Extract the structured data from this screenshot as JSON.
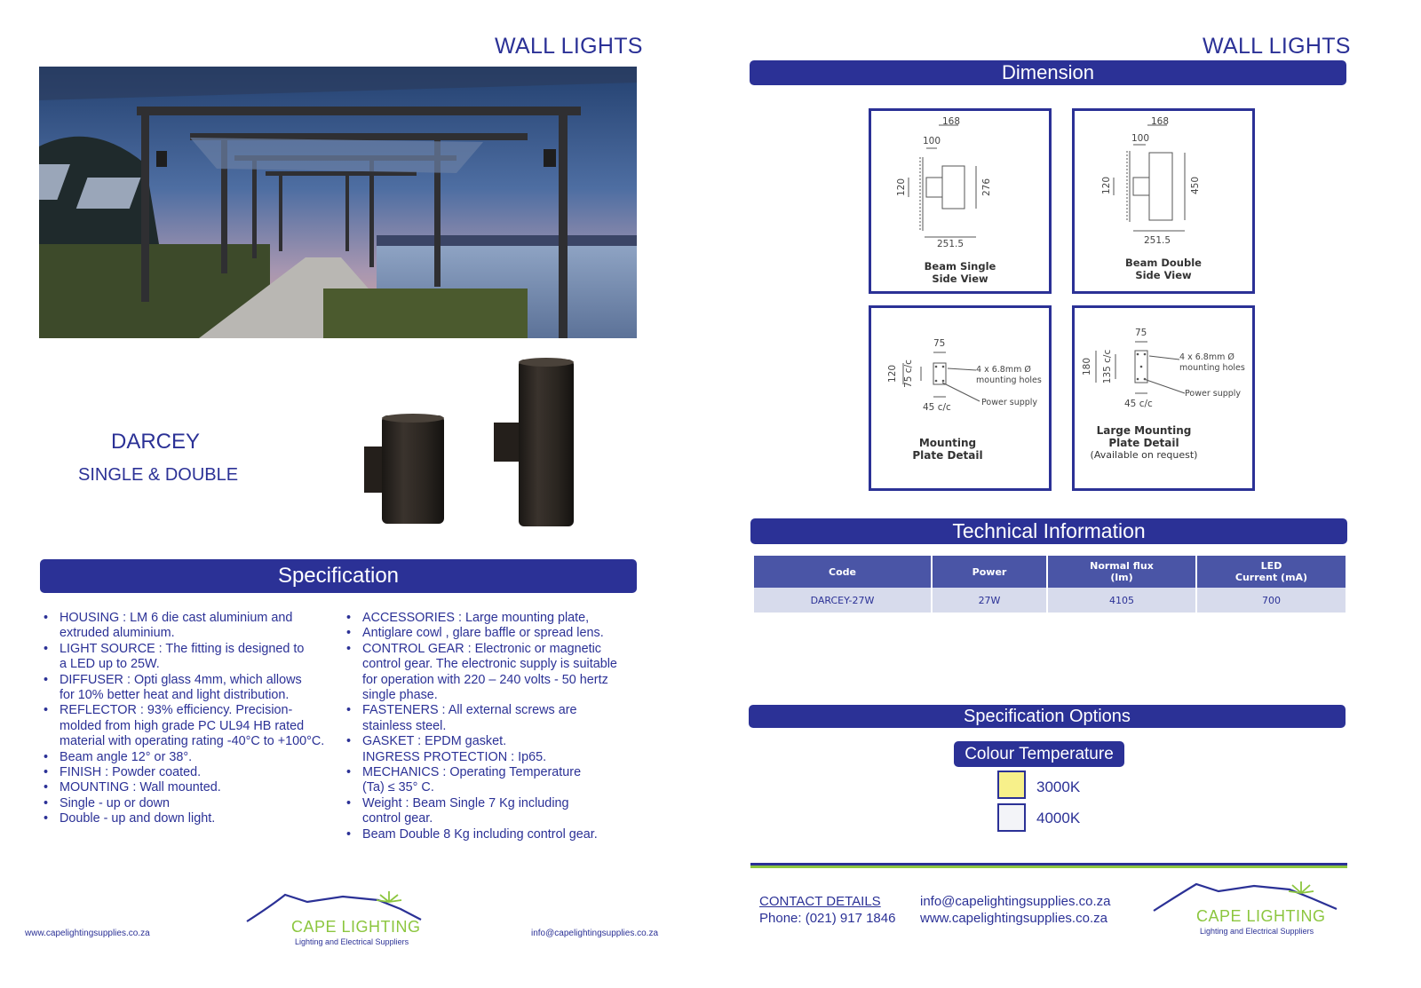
{
  "left": {
    "heading": "WALL LIGHTS",
    "product_name": "DARCEY",
    "product_sub": "SINGLE & DOUBLE",
    "spec_title": "Specification",
    "spec_col1": [
      {
        "text": "HOUSING : LM 6 die cast aluminium and",
        "bullet": true
      },
      {
        "text": "extruded aluminium.",
        "bullet": false
      },
      {
        "text": "LIGHT SOURCE : The fitting is designed to",
        "bullet": true
      },
      {
        "text": "a LED up to 25W.",
        "bullet": false
      },
      {
        "text": "DIFFUSER : Opti glass 4mm, which allows",
        "bullet": true
      },
      {
        "text": "for 10% better heat and light distribution.",
        "bullet": false
      },
      {
        "text": "REFLECTOR : 93% efficiency. Precision-",
        "bullet": true
      },
      {
        "text": "molded from high grade PC UL94 HB rated",
        "bullet": false
      },
      {
        "text": "material with operating rating -40°C to +100°C.",
        "bullet": false
      },
      {
        "text": "Beam angle 12° or 38°.",
        "bullet": true
      },
      {
        "text": "FINISH : Powder coated.",
        "bullet": true
      },
      {
        "text": "MOUNTING : Wall mounted.",
        "bullet": true
      },
      {
        "text": "Single - up or down",
        "bullet": true
      },
      {
        "text": "Double - up and down light.",
        "bullet": true
      }
    ],
    "spec_col2": [
      {
        "text": "ACCESSORIES : Large mounting plate,",
        "bullet": true
      },
      {
        "text": "Antiglare cowl , glare baffle or spread lens.",
        "bullet": true
      },
      {
        "text": "CONTROL GEAR : Electronic or magnetic",
        "bullet": true
      },
      {
        "text": "control gear. The electronic supply is suitable",
        "bullet": false
      },
      {
        "text": "for operation with 220 – 240 volts - 50 hertz",
        "bullet": false
      },
      {
        "text": "single phase.",
        "bullet": false
      },
      {
        "text": "FASTENERS : All external screws are",
        "bullet": true
      },
      {
        "text": "stainless steel.",
        "bullet": false
      },
      {
        "text": "GASKET : EPDM gasket.",
        "bullet": true
      },
      {
        "text": "INGRESS PROTECTION : Ip65.",
        "bullet": false
      },
      {
        "text": "MECHANICS : Operating Temperature",
        "bullet": true
      },
      {
        "text": "(Ta) ≤ 35° C.",
        "bullet": false
      },
      {
        "text": "Weight : Beam Single 7 Kg including",
        "bullet": true
      },
      {
        "text": "control gear.",
        "bullet": false
      },
      {
        "text": "Beam Double 8 Kg including control gear.",
        "bullet": true
      }
    ],
    "footer_web": "www.capelightingsupplies.co.za",
    "footer_email": "info@capelightingsupplies.co.za"
  },
  "right": {
    "heading": "WALL LIGHTS",
    "dimension_title": "Dimension",
    "dims": {
      "single": {
        "caption1": "Beam Single",
        "caption2": "Side View",
        "w": "168",
        "depth": "100",
        "h": "276",
        "plate": "120",
        "base": "251.5"
      },
      "double": {
        "caption1": "Beam Double",
        "caption2": "Side View",
        "w": "168",
        "depth": "100",
        "h": "450",
        "plate": "120",
        "base": "251.5"
      },
      "mount": {
        "caption1": "Mounting",
        "caption2": "Plate Detail",
        "top": "75",
        "left1": "120",
        "left2": "75 c/c",
        "bottom": "45 c/c",
        "holes1": "4 x 6.8mm Ø",
        "holes2": "mounting holes",
        "power": "Power supply"
      },
      "large": {
        "caption1": "Large Mounting",
        "caption2": "Plate Detail",
        "caption3": "(Available on request)",
        "top": "75",
        "left1": "180",
        "left2": "135 c/c",
        "bottom": "45 c/c",
        "holes1": "4 x 6.8mm Ø",
        "holes2": "mounting holes",
        "power": "Power supply"
      }
    },
    "tech_title": "Technical Information",
    "tech_headers": [
      [
        "Code",
        ""
      ],
      [
        "Power",
        ""
      ],
      [
        "Normal flux",
        "(lm)"
      ],
      [
        "LED",
        "Current (mA)"
      ]
    ],
    "tech_row": [
      "DARCEY-27W",
      "27W",
      "4105",
      "700"
    ],
    "options_title": "Specification Options",
    "colour_title": "Colour Temperature",
    "swatches": [
      {
        "label": "3000K",
        "color": "#f7f08a"
      },
      {
        "label": "4000K",
        "color": "#f3f4f8"
      }
    ],
    "contact_label": "CONTACT DETAILS",
    "phone": "Phone: (021) 917 1846",
    "email": "info@capelightingsupplies.co.za",
    "web": "www.capelightingsupplies.co.za"
  },
  "logo": {
    "name": "CAPE LIGHTING",
    "tagline": "Lighting and Electrical Suppliers"
  },
  "colors": {
    "navy": "#2b3196",
    "logo_green": "#8cc63f",
    "logo_blue": "#2b3196"
  }
}
